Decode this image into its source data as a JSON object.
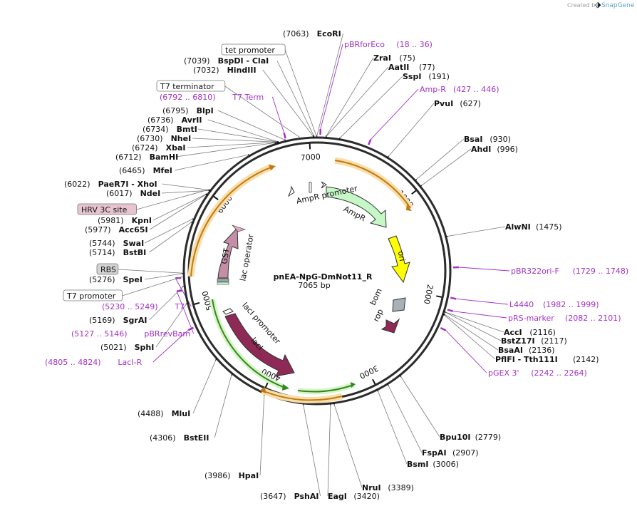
{
  "credit": {
    "created_by": "Created by",
    "brand": "SnapGene"
  },
  "plasmid": {
    "name": "pnEA-NpG-DmNot11_R",
    "length": "7065 bp",
    "size": 7065
  },
  "ticks": [
    "1000",
    "2000",
    "3000",
    "4000",
    "5000",
    "6000",
    "7000"
  ],
  "enzymes": [
    {
      "pos": "(7063)",
      "name": "EcoRI",
      "bp": 7063
    },
    {
      "pos": "(75)",
      "name": "ZraI",
      "bp": 75
    },
    {
      "pos": "(77)",
      "name": "AatII",
      "bp": 77
    },
    {
      "pos": "(191)",
      "name": "SspI",
      "bp": 191
    },
    {
      "pos": "(627)",
      "name": "PvuI",
      "bp": 627
    },
    {
      "pos": "(930)",
      "name": "BsaI",
      "bp": 930
    },
    {
      "pos": "(996)",
      "name": "AhdI",
      "bp": 996
    },
    {
      "pos": "(1475)",
      "name": "AlwNI",
      "bp": 1475
    },
    {
      "pos": "(2116)",
      "name": "AccI",
      "bp": 2116
    },
    {
      "pos": "(2117)",
      "name": "BstZ17I",
      "bp": 2117
    },
    {
      "pos": "(2136)",
      "name": "BsaAI",
      "bp": 2136
    },
    {
      "pos": "(2142)",
      "name": "PflFI - Tth111I",
      "bp": 2142
    },
    {
      "pos": "(2779)",
      "name": "Bpu10I",
      "bp": 2779
    },
    {
      "pos": "(2907)",
      "name": "FspAI",
      "bp": 2907
    },
    {
      "pos": "(3006)",
      "name": "BsmI",
      "bp": 3006
    },
    {
      "pos": "(3389)",
      "name": "NruI",
      "bp": 3389
    },
    {
      "pos": "(3420)",
      "name": "EagI",
      "bp": 3420
    },
    {
      "pos": "(3647)",
      "name": "PshAI",
      "bp": 3647
    },
    {
      "pos": "(3986)",
      "name": "HpaI",
      "bp": 3986
    },
    {
      "pos": "(4306)",
      "name": "BstEII",
      "bp": 4306
    },
    {
      "pos": "(4488)",
      "name": "MluI",
      "bp": 4488
    },
    {
      "pos": "(5021)",
      "name": "SphI",
      "bp": 5021
    },
    {
      "pos": "(5169)",
      "name": "SgrAI",
      "bp": 5169
    },
    {
      "pos": "(5276)",
      "name": "SpeI",
      "bp": 5276
    },
    {
      "pos": "(5714)",
      "name": "BstBI",
      "bp": 5714
    },
    {
      "pos": "(5744)",
      "name": "SwaI",
      "bp": 5744
    },
    {
      "pos": "(5977)",
      "name": "Acc65I",
      "bp": 5977
    },
    {
      "pos": "(5981)",
      "name": "KpnI",
      "bp": 5981
    },
    {
      "pos": "(6017)",
      "name": "NdeI",
      "bp": 6017
    },
    {
      "pos": "(6022)",
      "name": "PaeR7I - XhoI",
      "bp": 6022
    },
    {
      "pos": "(6465)",
      "name": "MfeI",
      "bp": 6465
    },
    {
      "pos": "(6712)",
      "name": "BamHI",
      "bp": 6712
    },
    {
      "pos": "(6724)",
      "name": "XbaI",
      "bp": 6724
    },
    {
      "pos": "(6730)",
      "name": "NheI",
      "bp": 6730
    },
    {
      "pos": "(6734)",
      "name": "BmtI",
      "bp": 6734
    },
    {
      "pos": "(6736)",
      "name": "AvrII",
      "bp": 6736
    },
    {
      "pos": "(6795)",
      "name": "BlpI",
      "bp": 6795
    },
    {
      "pos": "(7032)",
      "name": "HindIII",
      "bp": 7032
    },
    {
      "pos": "(7039)",
      "name": "BspDI - ClaI",
      "bp": 7039
    }
  ],
  "primers": [
    {
      "name": "pBRforEco",
      "range": "(18 .. 36)",
      "bp": 27
    },
    {
      "name": "Amp-R",
      "range": "(427 .. 446)",
      "bp": 436
    },
    {
      "name": "pBR322ori-F",
      "range": "(1729 .. 1748)",
      "bp": 1738
    },
    {
      "name": "L4440",
      "range": "(1982 .. 1999)",
      "bp": 1990
    },
    {
      "name": "pRS-marker",
      "range": "(2082 .. 2101)",
      "bp": 2091
    },
    {
      "name": "pGEX 3'",
      "range": "(2242 .. 2264)",
      "bp": 2253
    },
    {
      "name": "LacI-R",
      "range": "(4805 .. 4824)",
      "bp": 4814
    },
    {
      "name": "pBRrevBam",
      "range": "(5127 .. 5146)",
      "bp": 5136
    },
    {
      "name": "T7",
      "range": "(5230 .. 5249)",
      "bp": 5240
    },
    {
      "name": "T7 Term",
      "range": "(6792 .. 6810)",
      "bp": 6801
    }
  ],
  "boxed_features": [
    {
      "name": "tet promoter",
      "bp": 7060
    },
    {
      "name": "T7 terminator",
      "bp": 6920
    },
    {
      "name": "HRV 3C site",
      "bp": 6030
    },
    {
      "name": "RBS",
      "bp": 5280
    },
    {
      "name": "T7 promoter",
      "bp": 5250
    }
  ],
  "features": {
    "ampr_promoter": "AmpR promoter",
    "ampr": "AmpR",
    "ori": "ori",
    "bom": "bom",
    "rop": "rop",
    "laci_promoter": "lacI promoter",
    "laci": "lacI",
    "lac_operator": "lac operator",
    "gst": "GST"
  },
  "colors": {
    "ampr": "#c6f7c6",
    "ori": "#ffff00",
    "bom": "#a9b0b8",
    "rop": "#8e2a55",
    "laci": "#8e2a55",
    "gst": "#c48ea6",
    "orf": "#f0a020",
    "enzyme_line": "#7a7a7a",
    "primer": "#a330c9"
  }
}
